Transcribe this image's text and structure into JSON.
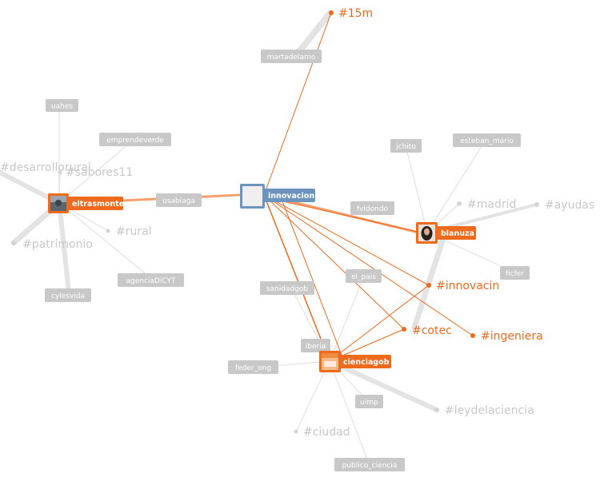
{
  "graph": {
    "center": {
      "label": "innovacion"
    },
    "users": {
      "eltrasmonte": "eltrasmonte",
      "blanuza": "blanuza",
      "cienciagob": "cienciagob"
    },
    "tags": {
      "martadelamo": "martadelamo",
      "uahes": "uahes",
      "emprendeverde": "emprendeverde",
      "usabiaga": "usabiaga",
      "agenciaDiCYT": "agenciaDiCYT",
      "cylesvida": "cylesvida",
      "jchito": "jchito",
      "esteban_mario": "esteban_mario",
      "fvidondo": "fvidondo",
      "ficfer": "ficfer",
      "el_pais": "el_pais",
      "sanidadgob": "sanidadgob",
      "iberia": "iberia",
      "feder_ong": "feder_ong",
      "uimp": "uimp",
      "publico_ciencia": "publico_ciencia"
    },
    "hashtags": {
      "h15m": "#15m",
      "desarrollorural": "#desarrollorural",
      "sabores11": "#sabores11",
      "patrimonio": "#patrimonio",
      "rural": "#rural",
      "madrid": "#madrid",
      "ayudas": "#ayudas",
      "innovacin": "#innovacin",
      "cotec": "#cotec",
      "ingeniera": "#ingeniera",
      "leydelaciencia": "#leydelaciencia",
      "ciudad": "#ciudad"
    },
    "colors": {
      "accent": "#ee6a1c",
      "center": "#6d94bd",
      "gray": "#c8c8c8",
      "edge_gray": "#e3e3e3"
    },
    "icons": {
      "center": "blank-avatar-icon",
      "eltrasmonte": "user-avatar-icon",
      "blanuza": "user-avatar-icon",
      "cienciagob": "user-avatar-icon"
    }
  }
}
